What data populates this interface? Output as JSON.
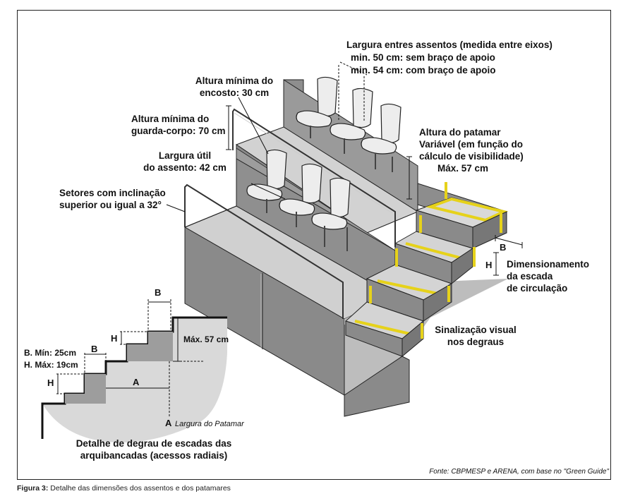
{
  "labels": {
    "width_between_seats_title": "Largura entres assentos (medida entre eixos)",
    "width_between_seats_min50": "min. 50 cm: sem braço de apoio",
    "width_between_seats_min54": "min. 54 cm: com braço de apoio",
    "backrest_line1": "Altura mínima do",
    "backrest_line2": "encosto: 30 cm",
    "guardrail_line1": "Altura mínima do",
    "guardrail_line2": "guarda-corpo: 70 cm",
    "landing_line1": "Altura do patamar",
    "landing_line2": "Variável (em função do",
    "landing_line3": "cálculo de visibilidade)",
    "landing_line4": "Máx. 57 cm",
    "seat_width_line1": "Largura útil",
    "seat_width_line2": "do assento: 42 cm",
    "sectors_line1": "Setores com inclinação",
    "sectors_line2": "superior ou igual a 32°",
    "stairs_dim_line1": "Dimensionamento",
    "stairs_dim_line2": "da escada",
    "stairs_dim_line3": "de circulação",
    "signal_line1": "Sinalização visual",
    "signal_line2": "nos degraus",
    "letter_b": "B",
    "letter_h": "H",
    "letter_a": "A"
  },
  "detail": {
    "b_min": "B. Mín: 25cm",
    "h_max": "H. Máx: 19cm",
    "max57": "Máx. 57 cm",
    "landing_width": "Largura do Patamar",
    "title_line1": "Detalhe de degrau de escadas das",
    "title_line2": "arquibancadas (acessos radiais)"
  },
  "source": "Fonte: CBPMESP e ARENA, com base no \"Green Guide\"",
  "caption": {
    "prefix": "Figura 3:",
    "text": "Detalhe das dimensões dos assentos e dos patamares"
  },
  "colors": {
    "grey_dark": "#8c8c8c",
    "grey_mid": "#b4b4b4",
    "grey_light": "#d6d6d6",
    "yellow": "#e6d21a"
  }
}
